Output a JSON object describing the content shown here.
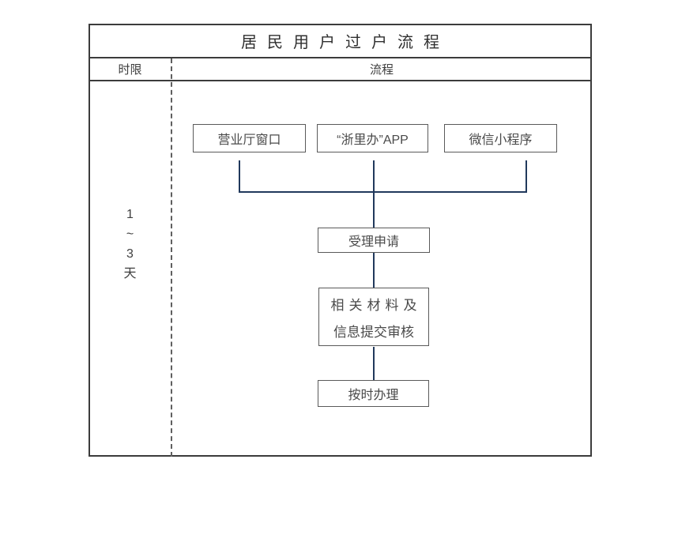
{
  "page": {
    "title": "居民用户过户流程"
  },
  "header": {
    "col_time": "时限",
    "col_process": "流程"
  },
  "time_limit": {
    "lines": [
      "1",
      "~",
      "3",
      "天"
    ]
  },
  "flow": {
    "channels": [
      {
        "label": "营业厅窗口"
      },
      {
        "label": "“浙里办”APP"
      },
      {
        "label": "微信小程序"
      }
    ],
    "steps": [
      {
        "label": "受理申请"
      },
      {
        "lines": [
          "相关材料及",
          "信息提交审核"
        ]
      },
      {
        "label": "按时办理"
      }
    ]
  },
  "colors": {
    "connector": "#21395c",
    "table_border": "#3c3c3c",
    "box_border": "#5a5a5a",
    "text": "#4a4a4a",
    "title_text": "#2f2f2f",
    "bg": "#ffffff"
  }
}
